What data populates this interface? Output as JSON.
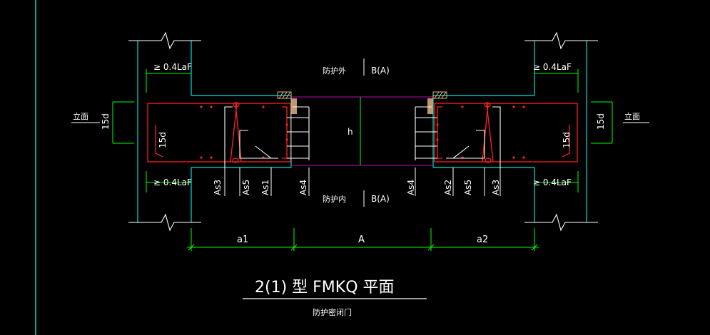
{
  "title": "2(1) 型 FMKQ 平面",
  "subtitle": "防护密闭门",
  "labels": {
    "outside": "防护外",
    "inside": "防护内",
    "b_a_top": "B(A)",
    "b_a_bottom": "B(A)",
    "h": "h",
    "lap_tl": "≥ 0.4LaF",
    "lap_tr": "≥ 0.4LaF",
    "lap_bl": "≥ 0.4LaF",
    "lap_br": "≥ 0.4LaF",
    "elev_left": "立面",
    "elev_right": "立面",
    "d15_left_outer": "15d",
    "d15_left_inner": "15d",
    "d15_right_outer": "15d",
    "d15_right_inner": "15d",
    "as3_left": "As3",
    "as5_left": "As5",
    "as1": "As1",
    "as4_left": "As4",
    "as4_right": "As4",
    "as2": "As2",
    "as5_right": "As5",
    "as3_right": "As3",
    "a1": "a1",
    "A": "A",
    "a2": "a2"
  },
  "colors": {
    "background": "#000000",
    "wall": "#00e0d0",
    "rebar": "#ff2020",
    "dimension": "#00ff00",
    "opening": "#c000c0",
    "text": "#ffffff",
    "hatch": "#e0b080"
  }
}
